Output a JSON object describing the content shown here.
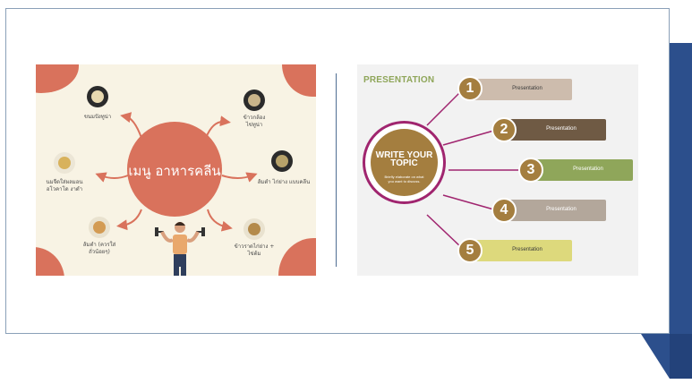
{
  "left_slide": {
    "title": "เมนู อาหารคลีน",
    "items": [
      {
        "label": "ขนมปังทูน่า",
        "icon": "sandwich-bowl-icon"
      },
      {
        "label": "ข้าวกล้อง\nไข่ทูน่า",
        "icon": "rice-bowl-icon"
      },
      {
        "label": "ส้มตำ ไก่ย่าง แบบคลีน",
        "icon": "salad-bowl-icon"
      },
      {
        "label": "ข้าวราดไก่ย่าง +\nไข่ต้ม",
        "icon": "grilled-chicken-plate-icon"
      },
      {
        "label": "ส้มตำ (ควรใส่\nถั่วน้อยๆ)",
        "icon": "papaya-salad-plate-icon"
      },
      {
        "label": "นมจืดใส่ผลมอน\nอโวคาโด งาดำ",
        "icon": "smoothie-bowl-icon"
      }
    ],
    "colors": {
      "accent": "#d9725c",
      "background": "#f8f3e4"
    }
  },
  "right_slide": {
    "heading": "PRESENTATION",
    "center_title": "WRITE YOUR\nTOPIC",
    "center_subtitle": "Briefly elaborate on what\nyou want to discuss.",
    "items": [
      {
        "number": "1",
        "label": "Presentation",
        "color": "#cdbcad"
      },
      {
        "number": "2",
        "label": "Presentation",
        "color": "#6f5a44"
      },
      {
        "number": "3",
        "label": "Presentation",
        "color": "#8fa65a"
      },
      {
        "number": "4",
        "label": "Presentation",
        "color": "#b3a79b"
      },
      {
        "number": "5",
        "label": "Presentation",
        "color": "#ddd97c"
      }
    ],
    "colors": {
      "accent": "#a0256f",
      "badge": "#a47e3f",
      "heading": "#8fa65a"
    }
  },
  "frame": {
    "ribbon_color": "#2c4f8c"
  }
}
